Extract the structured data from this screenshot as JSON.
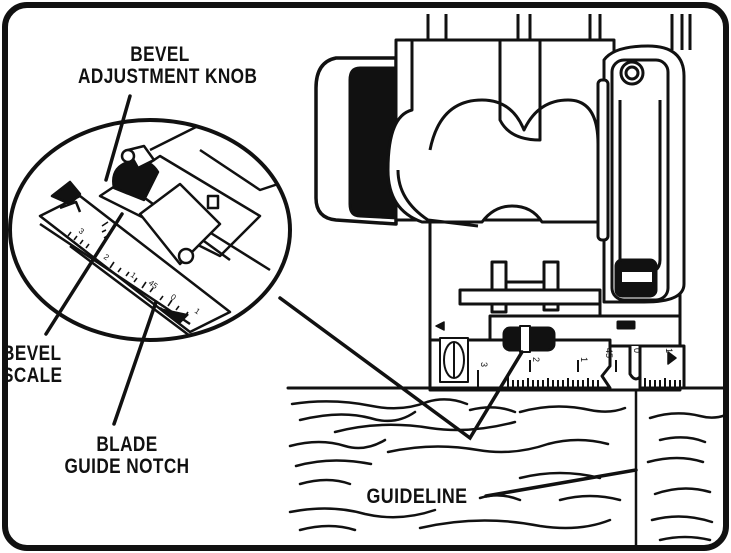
{
  "labels": {
    "bevel_knob": {
      "line1": "BEVEL",
      "line2": "ADJUSTMENT KNOB"
    },
    "bevel_scale": {
      "line1": "BEVEL",
      "line2": "SCALE"
    },
    "blade_notch": {
      "line1": "BLADE",
      "line2": "GUIDE NOTCH"
    },
    "guideline": "GUIDELINE"
  },
  "scale_marks": {
    "shoe": [
      "3",
      "2",
      "1",
      "45",
      "0",
      "1"
    ],
    "inset": [
      "3",
      "2",
      "1",
      "45",
      "0",
      "1"
    ]
  },
  "colors": {
    "ink": "#111111",
    "paper": "#ffffff"
  },
  "icons": [
    "circular-saw-illustration",
    "bevel-scale-inset-circle",
    "wood-grain",
    "guideline-line"
  ]
}
